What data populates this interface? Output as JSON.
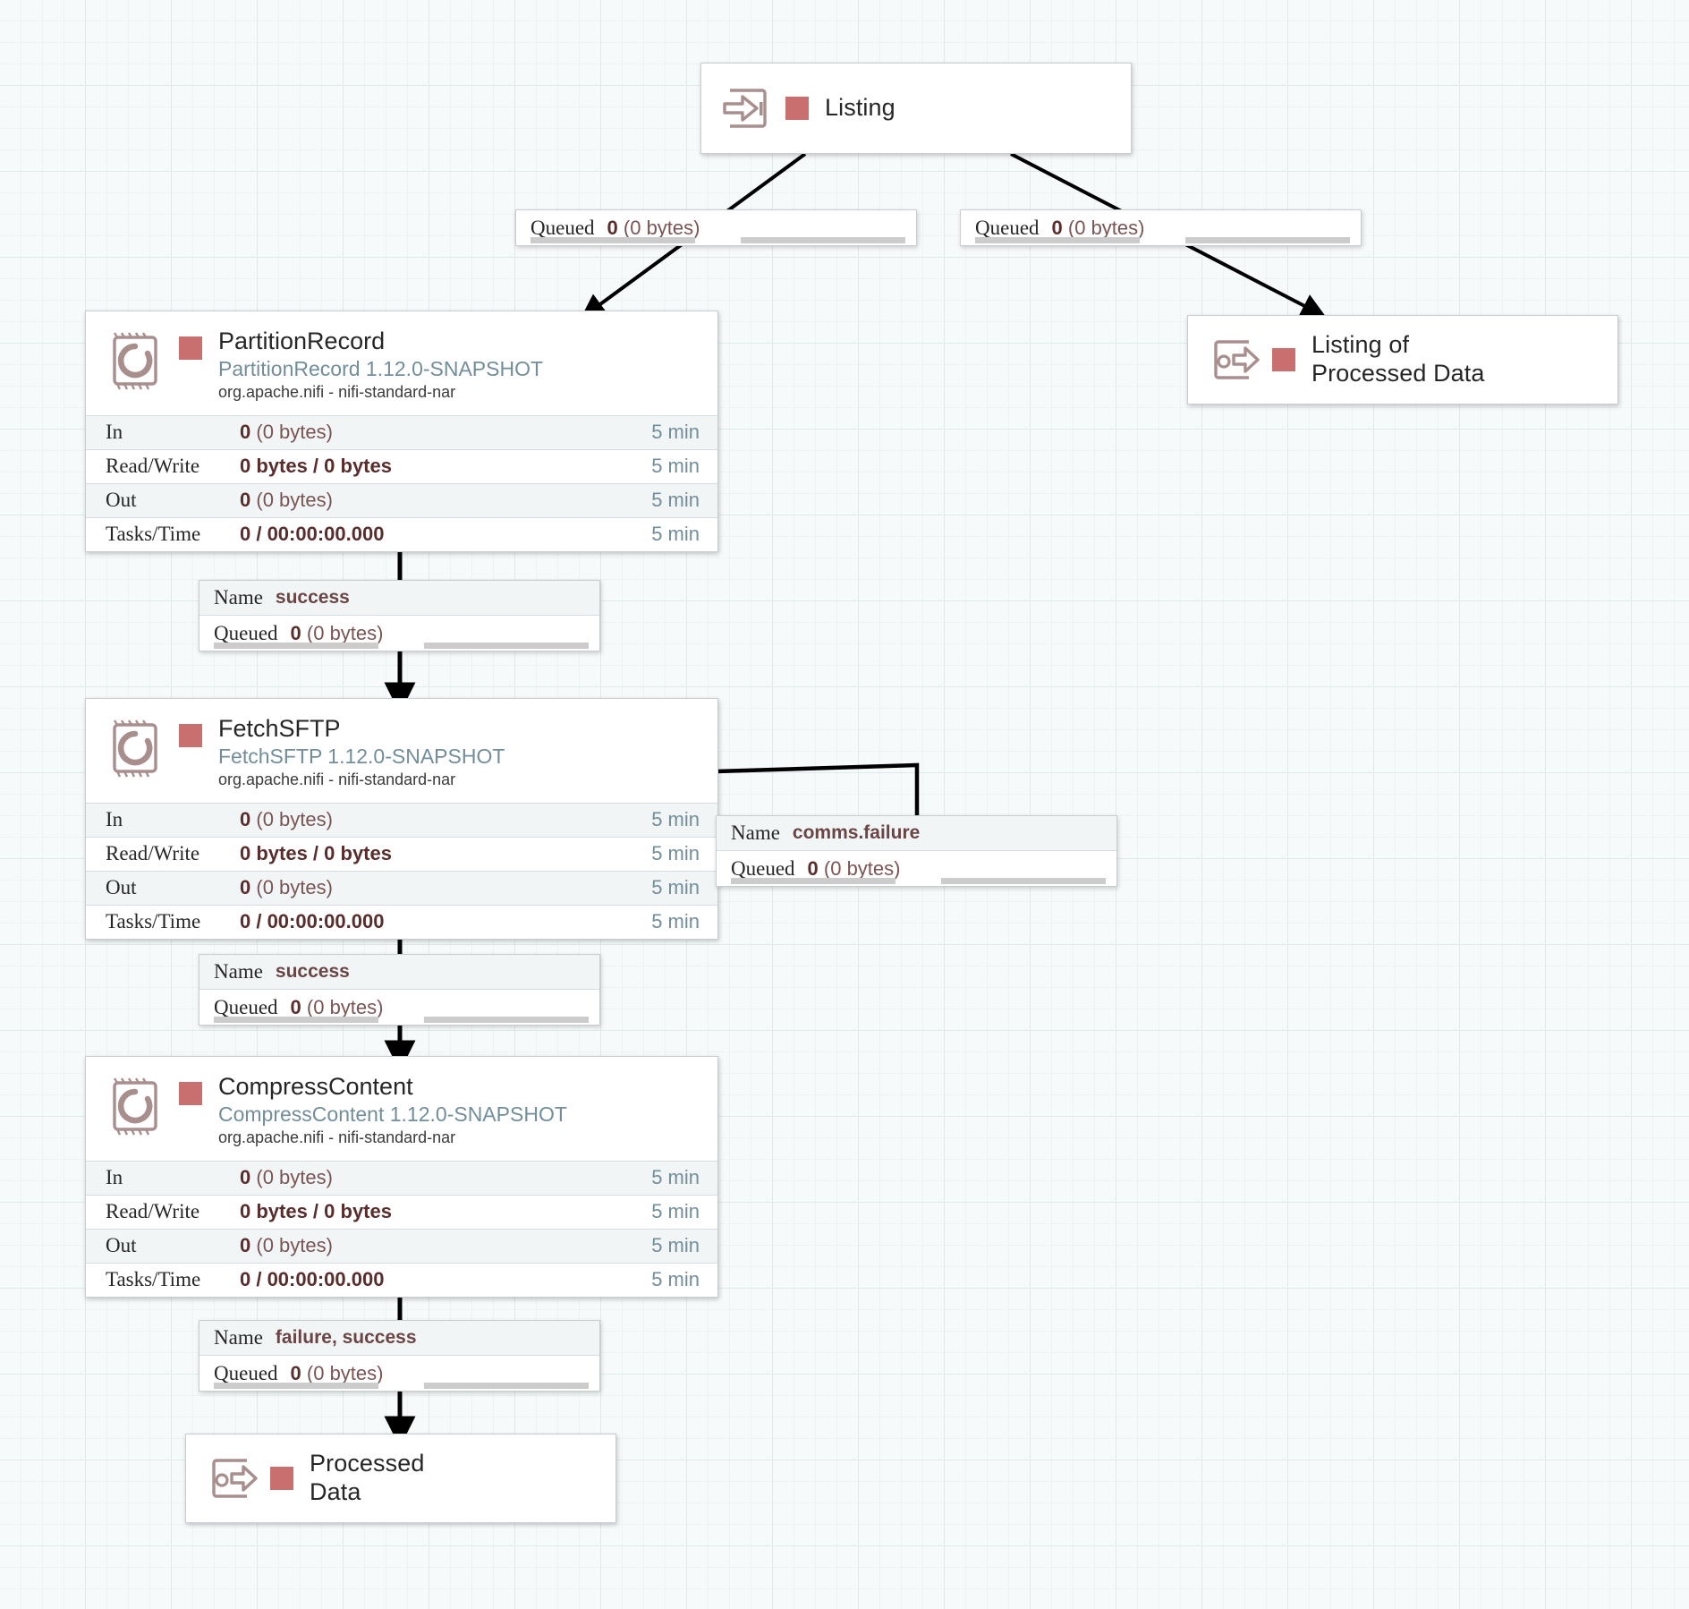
{
  "canvas": {
    "title": "NiFi Flow Canvas",
    "accent_color": "#ca6f6f",
    "type_color": "#728e9b",
    "grid_color": "#dfeaec"
  },
  "nodes": {
    "listing_input_port": {
      "label": "Listing",
      "icon": "input-port-icon",
      "kind": "input-port"
    },
    "listing_of_processed_data_port": {
      "label": "Listing of\nProcessed Data",
      "icon": "output-port-icon",
      "kind": "output-port"
    },
    "processed_data_port": {
      "label": "Processed\nData",
      "icon": "output-port-icon",
      "kind": "output-port"
    },
    "partition_record": {
      "name": "PartitionRecord",
      "type": "PartitionRecord 1.12.0-SNAPSHOT",
      "bundle": "org.apache.nifi - nifi-standard-nar",
      "icon": "processor-icon",
      "stats": [
        {
          "label": "In",
          "value_bold": "0",
          "value_rest": " (0 bytes)",
          "time": "5 min"
        },
        {
          "label": "Read/Write",
          "value_bold": "0 bytes / 0 bytes",
          "value_rest": "",
          "time": "5 min"
        },
        {
          "label": "Out",
          "value_bold": "0",
          "value_rest": " (0 bytes)",
          "time": "5 min"
        },
        {
          "label": "Tasks/Time",
          "value_bold": "0 / 00:00:00.000",
          "value_rest": "",
          "time": "5 min"
        }
      ]
    },
    "fetch_sftp": {
      "name": "FetchSFTP",
      "type": "FetchSFTP 1.12.0-SNAPSHOT",
      "bundle": "org.apache.nifi - nifi-standard-nar",
      "icon": "processor-icon",
      "stats": [
        {
          "label": "In",
          "value_bold": "0",
          "value_rest": " (0 bytes)",
          "time": "5 min"
        },
        {
          "label": "Read/Write",
          "value_bold": "0 bytes / 0 bytes",
          "value_rest": "",
          "time": "5 min"
        },
        {
          "label": "Out",
          "value_bold": "0",
          "value_rest": " (0 bytes)",
          "time": "5 min"
        },
        {
          "label": "Tasks/Time",
          "value_bold": "0 / 00:00:00.000",
          "value_rest": "",
          "time": "5 min"
        }
      ]
    },
    "compress_content": {
      "name": "CompressContent",
      "type": "CompressContent 1.12.0-SNAPSHOT",
      "bundle": "org.apache.nifi - nifi-standard-nar",
      "icon": "processor-icon",
      "stats": [
        {
          "label": "In",
          "value_bold": "0",
          "value_rest": " (0 bytes)",
          "time": "5 min"
        },
        {
          "label": "Read/Write",
          "value_bold": "0 bytes / 0 bytes",
          "value_rest": "",
          "time": "5 min"
        },
        {
          "label": "Out",
          "value_bold": "0",
          "value_rest": " (0 bytes)",
          "time": "5 min"
        },
        {
          "label": "Tasks/Time",
          "value_bold": "0 / 00:00:00.000",
          "value_rest": "",
          "time": "5 min"
        }
      ]
    }
  },
  "connections": {
    "listing_to_partition": {
      "queued_key": "Queued",
      "queued_count": "0",
      "queued_size": " (0 bytes)"
    },
    "listing_to_listing_of_processed": {
      "queued_key": "Queued",
      "queued_count": "0",
      "queued_size": " (0 bytes)"
    },
    "partition_to_fetch": {
      "name_key": "Name",
      "name_value": "success",
      "queued_key": "Queued",
      "queued_count": "0",
      "queued_size": " (0 bytes)"
    },
    "fetch_comms_failure": {
      "name_key": "Name",
      "name_value": "comms.failure",
      "queued_key": "Queued",
      "queued_count": "0",
      "queued_size": " (0 bytes)"
    },
    "fetch_to_compress": {
      "name_key": "Name",
      "name_value": "success",
      "queued_key": "Queued",
      "queued_count": "0",
      "queued_size": " (0 bytes)"
    },
    "compress_to_processed": {
      "name_key": "Name",
      "name_value": "failure, success",
      "queued_key": "Queued",
      "queued_count": "0",
      "queued_size": " (0 bytes)"
    }
  }
}
